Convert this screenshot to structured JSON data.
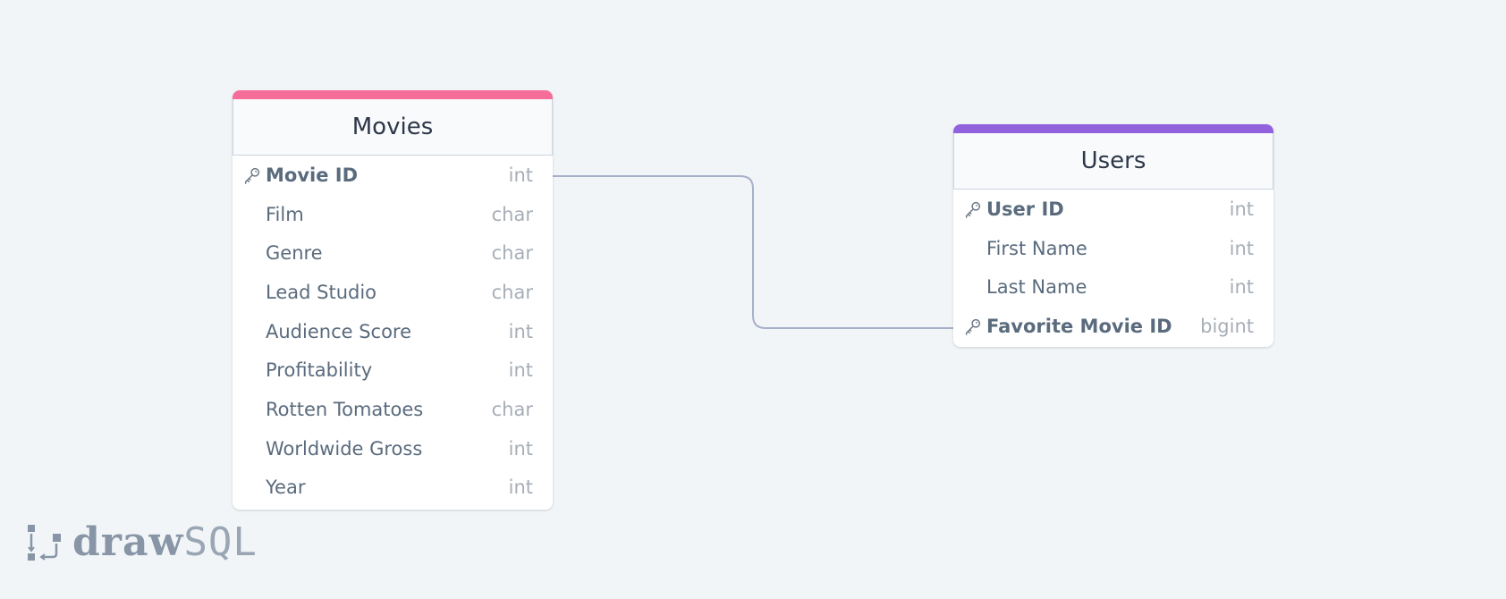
{
  "diagram": {
    "tables": [
      {
        "id": "movies",
        "name": "Movies",
        "accent": "#f56e9a",
        "columns": [
          {
            "name": "Movie ID",
            "type": "int",
            "key": true
          },
          {
            "name": "Film",
            "type": "char",
            "key": false
          },
          {
            "name": "Genre",
            "type": "char",
            "key": false
          },
          {
            "name": "Lead Studio",
            "type": "char",
            "key": false
          },
          {
            "name": "Audience Score",
            "type": "int",
            "key": false
          },
          {
            "name": "Profitability",
            "type": "int",
            "key": false
          },
          {
            "name": "Rotten Tomatoes",
            "type": "char",
            "key": false
          },
          {
            "name": "Worldwide Gross",
            "type": "int",
            "key": false
          },
          {
            "name": "Year",
            "type": "int",
            "key": false
          }
        ]
      },
      {
        "id": "users",
        "name": "Users",
        "accent": "#9261de",
        "columns": [
          {
            "name": "User ID",
            "type": "int",
            "key": true
          },
          {
            "name": "First Name",
            "type": "int",
            "key": false
          },
          {
            "name": "Last Name",
            "type": "int",
            "key": false
          },
          {
            "name": "Favorite Movie ID",
            "type": "bigint",
            "key": true
          }
        ]
      }
    ],
    "relationships": [
      {
        "from": "Movies.Movie ID",
        "to": "Users.Favorite Movie ID"
      }
    ],
    "connector_color": "#a6b0c8"
  },
  "logo": {
    "part1": "draw",
    "part2": "SQL",
    "icon": "drawsql-logo-icon"
  }
}
